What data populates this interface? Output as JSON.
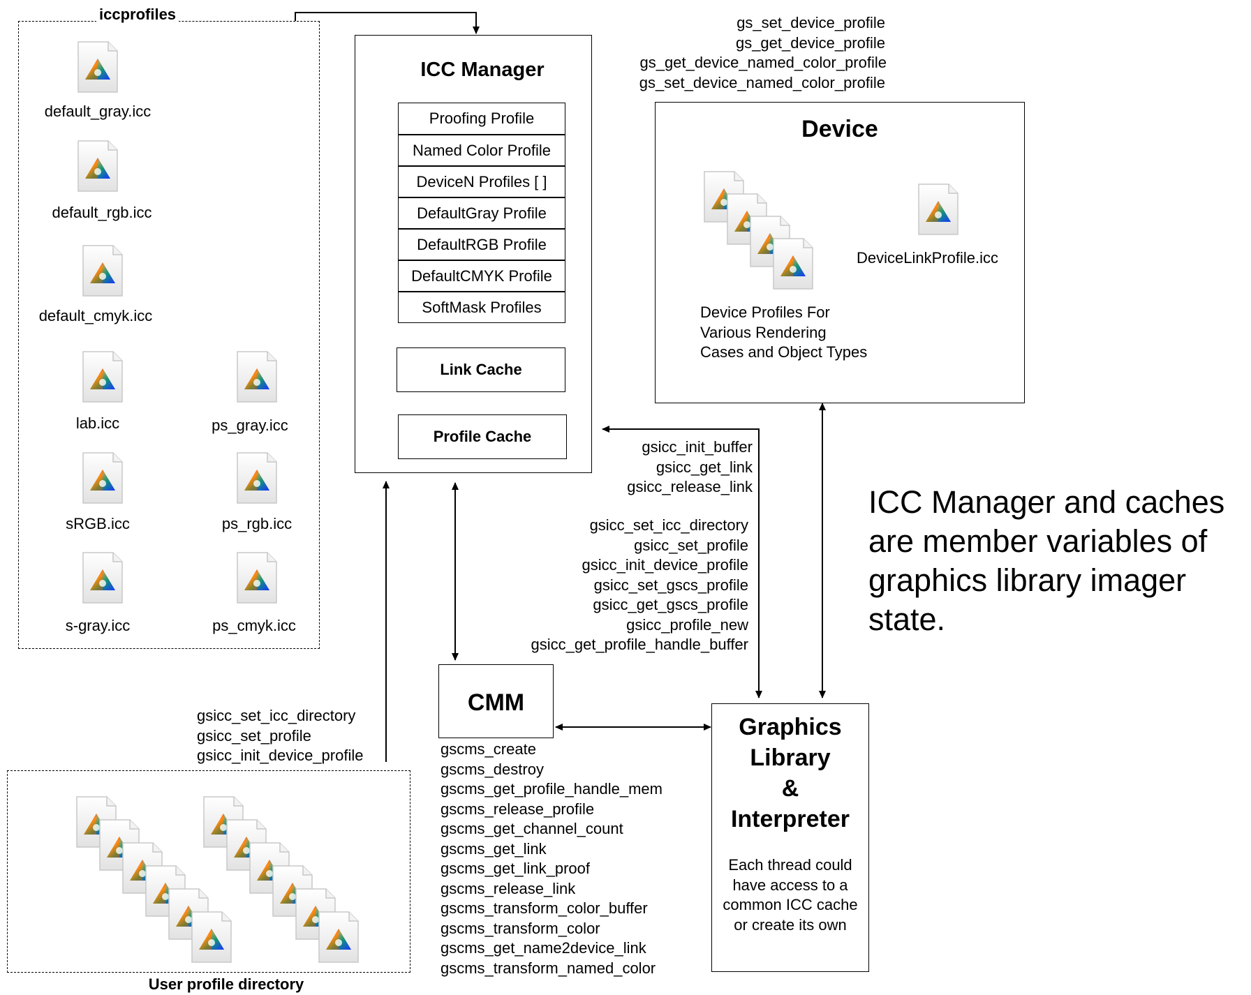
{
  "iccprofiles": {
    "title": "iccprofiles",
    "files": [
      "default_gray.icc",
      "default_rgb.icc",
      "default_cmyk.icc",
      "lab.icc",
      "ps_gray.icc",
      "sRGB.icc",
      "ps_rgb.icc",
      "s-gray.icc",
      "ps_cmyk.icc"
    ]
  },
  "icc_manager": {
    "title": "ICC Manager",
    "slots": [
      "Proofing Profile",
      "Named Color Profile",
      "DeviceN Profiles [ ]",
      "DefaultGray Profile",
      "DefaultRGB Profile",
      "DefaultCMYK Profile",
      "SoftMask Profiles"
    ],
    "link_cache": "Link Cache",
    "profile_cache": "Profile Cache"
  },
  "device": {
    "title": "Device",
    "api": [
      "gs_set_device_profile",
      "gs_get_device_profile",
      "gs_get_device_named_color_profile",
      "gs_set_device_named_color_profile"
    ],
    "profiles_caption": [
      "Device Profiles For",
      "Various Rendering",
      "Cases and Object Types"
    ],
    "link_profile": "DeviceLinkProfile.icc"
  },
  "manager_api": {
    "buffer": [
      "gsicc_init_buffer",
      "gsicc_get_link",
      "gsicc_release_link"
    ],
    "profiles": [
      "gsicc_set_icc_directory",
      "gsicc_set_profile",
      "gsicc_init_device_profile",
      "gsicc_set_gscs_profile",
      "gsicc_get_gscs_profile",
      "gsicc_profile_new",
      "gsicc_get_profile_handle_buffer"
    ]
  },
  "note": [
    "ICC Manager and caches",
    "are member variables of",
    "graphics library imager",
    "state."
  ],
  "user_dir": {
    "api": [
      "gsicc_set_icc_directory",
      "gsicc_set_profile",
      "gsicc_init_device_profile"
    ],
    "title": "User profile directory"
  },
  "cmm": {
    "title": "CMM",
    "api": [
      "gscms_create",
      "gscms_destroy",
      "gscms_get_profile_handle_mem",
      "gscms_release_profile",
      "gscms_get_channel_count",
      "gscms_get_link",
      "gscms_get_link_proof",
      "gscms_release_link",
      "gscms_transform_color_buffer",
      "gscms_transform_color",
      "gscms_get_name2device_link",
      "gscms_transform_named_color"
    ]
  },
  "graphics": {
    "title": [
      "Graphics",
      "Library",
      "&",
      "Interpreter"
    ],
    "note": [
      "Each thread could",
      "have access to a",
      "common ICC cache",
      "or create its own"
    ]
  }
}
